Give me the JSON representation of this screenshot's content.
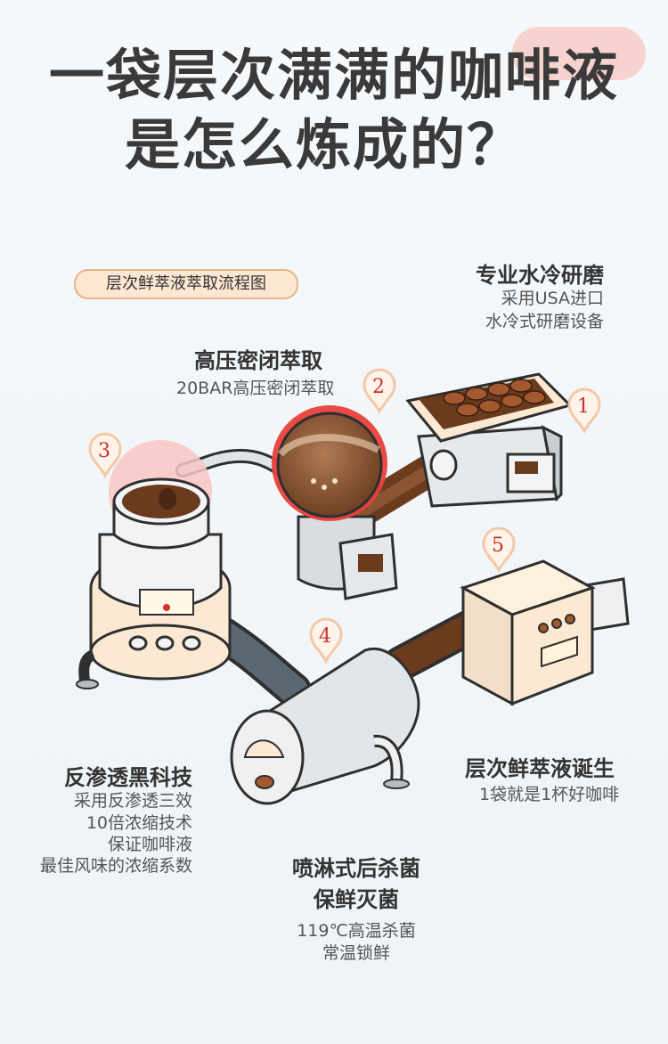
{
  "title": {
    "line1": "一袋层次满满的咖啡液",
    "line2": "是怎么炼成的？"
  },
  "chip": "层次鲜萃液萃取流程图",
  "steps": {
    "s1": {
      "num": "1",
      "title": "专业水冷研磨",
      "desc1": "采用USA进口",
      "desc2": "水冷式研磨设备"
    },
    "s2": {
      "num": "2",
      "title": "高压密闭萃取",
      "desc1": "20BAR高压密闭萃取"
    },
    "s3": {
      "num": "3",
      "title": "反渗透黑科技",
      "desc1": "采用反渗透三效",
      "desc2": "10倍浓缩技术",
      "desc3": "保证咖啡液",
      "desc4": "最佳风味的浓缩系数"
    },
    "s4": {
      "num": "4",
      "title1": "喷淋式后杀菌",
      "title2": "保鲜灭菌",
      "desc1": "119℃高温杀菌",
      "desc2": "常温锁鲜"
    },
    "s5": {
      "num": "5",
      "title": "层次鲜萃液诞生",
      "desc1": "1袋就是1杯好咖啡"
    }
  },
  "colors": {
    "pin_outline": "#c9312a",
    "pin_fill": "#fff3ea",
    "cream": "#fbe9d4",
    "pipe": "#6b3b1e",
    "metal": "#d9dde0"
  }
}
